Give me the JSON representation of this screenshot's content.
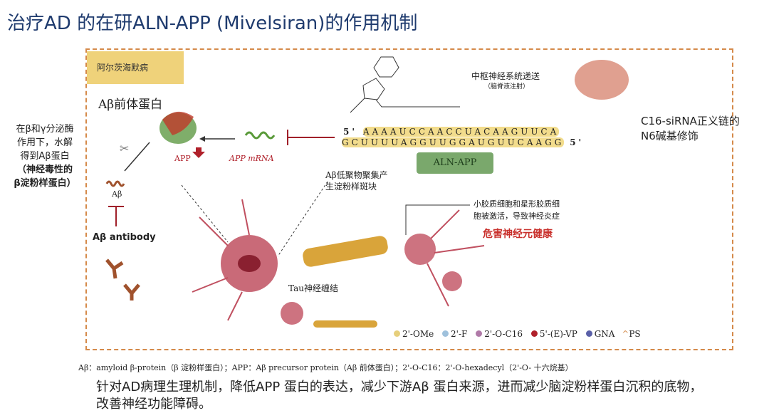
{
  "title": "治疗AD 的在研ALN-APP (Mivelsiran)的作用机制",
  "diagram": {
    "disease_tag": "阿尔茨海默病",
    "precursor_label": "Aβ前体蛋白",
    "left_note": [
      "在β和γ分泌酶",
      "作用下，水解",
      "得到Aβ蛋白",
      "（神经毒性的",
      "β淀粉样蛋白）"
    ],
    "abeta_label": "Aβ",
    "antibody_label": "Aβ antibody",
    "app_label": "APP",
    "mrna_label": "APP mRNA",
    "cns_delivery": "中枢神经系统递送",
    "cns_sub": "（脑脊液注射）",
    "sense_prime": "5'",
    "sense_seq": "AAAAUCCAACCUACAAGUUCA",
    "antisense_seq": "GCUUUUAGGUUGGAUGUUCAAGG",
    "antisense_prime": "5'",
    "drug_label": "ALN-APP",
    "plaque_note": [
      "Aβ低聚物聚集产",
      "生淀粉样斑块"
    ],
    "glia_note": [
      "小胶质细胞和星形胶质细",
      "胞被激活，导致神经炎症"
    ],
    "harm_label": "危害神经元健康",
    "tau_label": "Tau神经缠结",
    "legend": [
      {
        "label": "2'-OMe",
        "color": "#e6cf7c"
      },
      {
        "label": "2'-F",
        "color": "#9fc1dc"
      },
      {
        "label": "2'-O-C16",
        "color": "#b07aa8"
      },
      {
        "label": "5'-(E)-VP",
        "color": "#b0202a"
      },
      {
        "label": "GNA",
        "color": "#5a60a8"
      },
      {
        "label": "PS",
        "color": "#d48a4a"
      }
    ]
  },
  "right_note": [
    "C16-siRNA正义链的",
    "N6碱基修饰"
  ],
  "footnote": "Aβ：amyloid β-protein（β 淀粉样蛋白）；APP：Aβ precursor protein（Aβ 前体蛋白）；2'-O-C16：2'-O-hexadecyl（2'-O- 十六烷基）",
  "summary": "针对AD病理生理机制，降低APP 蛋白的表达，减少下游Aβ 蛋白来源，进而减少脑淀粉样蛋白沉积的底物，改善神经功能障碍。"
}
